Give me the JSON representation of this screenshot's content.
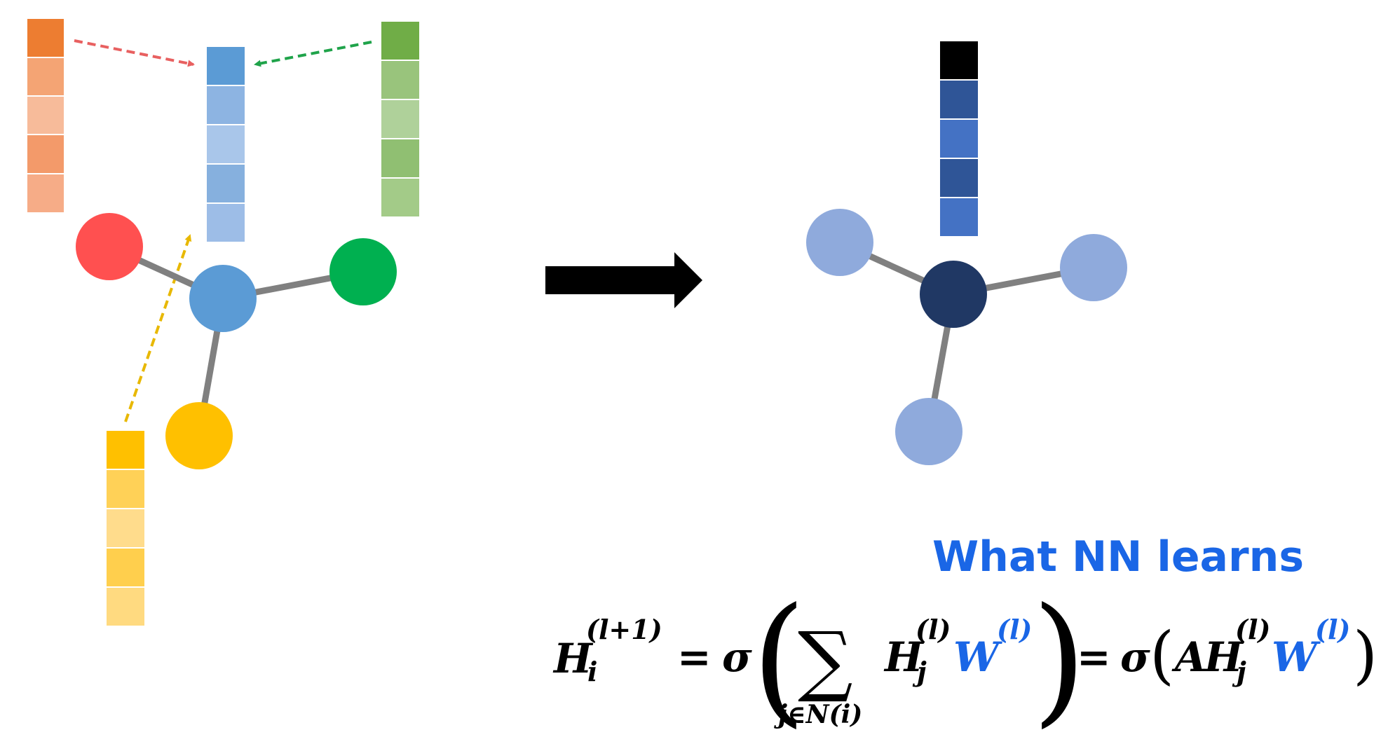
{
  "caption": "What NN learns",
  "colors": {
    "red": "#ff5050",
    "green": "#00b050",
    "blue": "#5b9bd5",
    "yellow": "#ffc000",
    "dark_navy": "#203864",
    "light_blue": "#8faadc",
    "formula_blue": "#1a66e6",
    "edge_gray": "#808080"
  },
  "formula": {
    "lhs_symbol": "H",
    "lhs_sub": "i",
    "lhs_sup": "(l+1)",
    "equals": "=",
    "sigma": "σ",
    "sum_symbol": "∑",
    "sum_sub": "j∈N(i)",
    "h_symbol": "H",
    "h_sub": "j",
    "h_sup": "(l)",
    "w_symbol": "W",
    "w_sup": "(l)",
    "a_symbol": "A",
    "paren_open": "(",
    "paren_close": ")"
  }
}
